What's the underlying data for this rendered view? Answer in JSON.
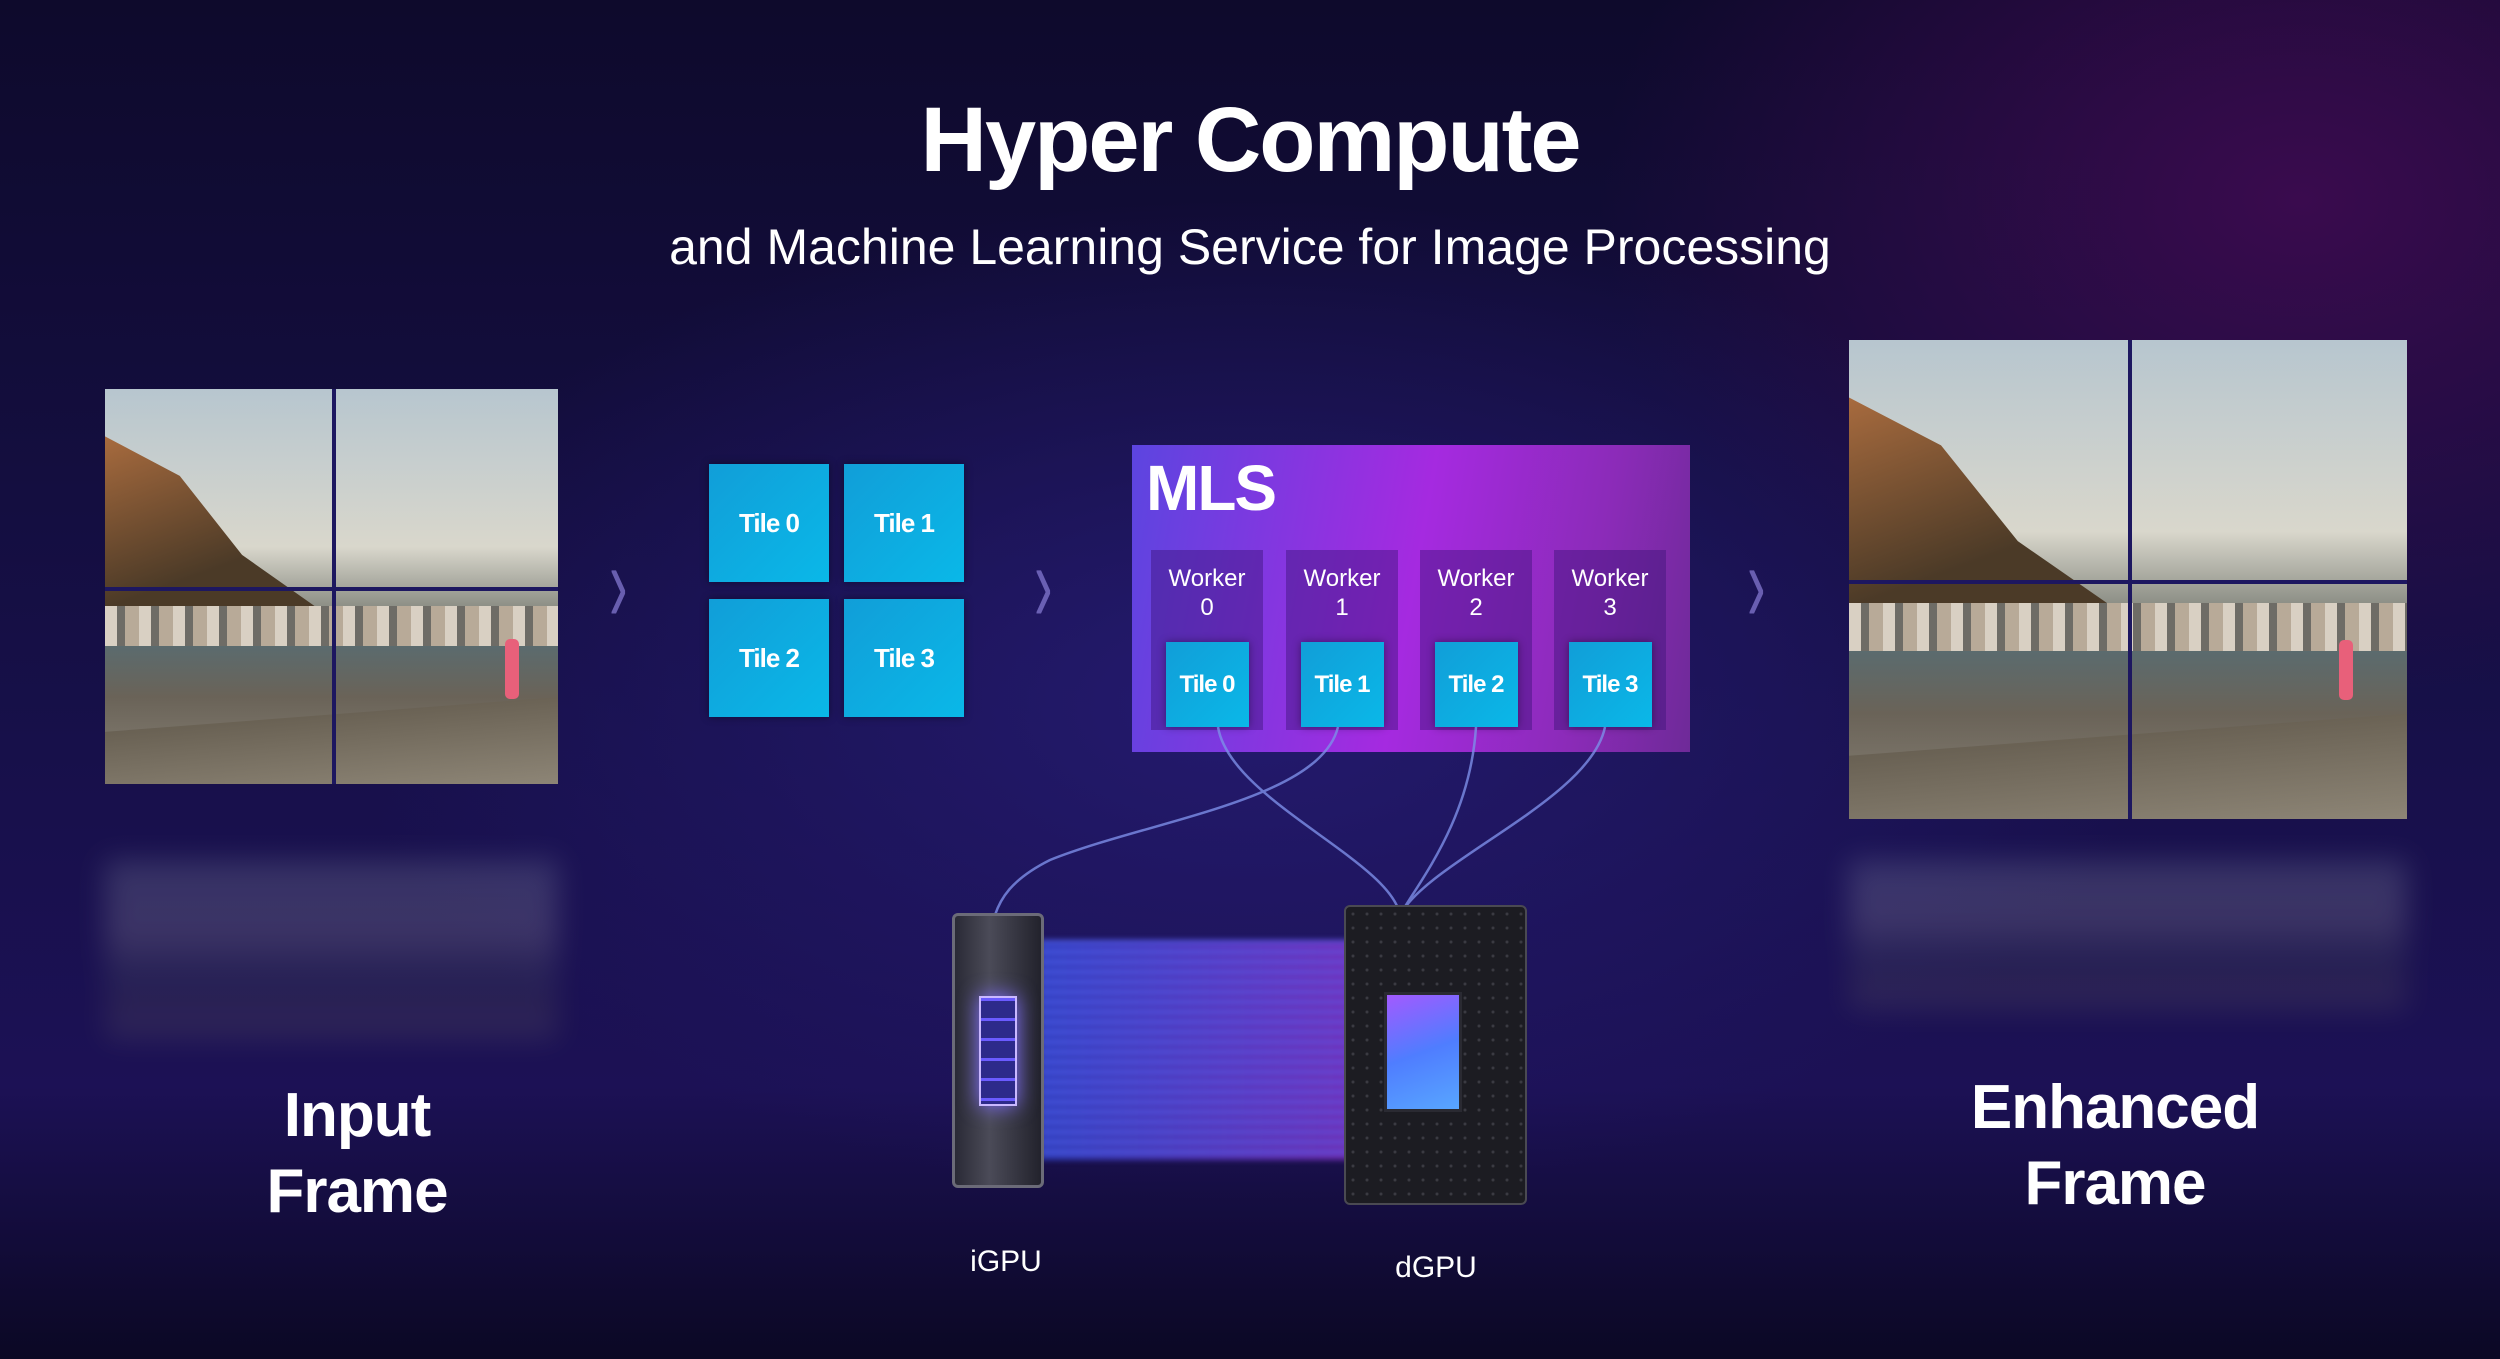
{
  "header": {
    "title": "Hyper Compute",
    "subtitle": "and Machine Learning Service for Image Processing"
  },
  "input": {
    "label_line1": "Input",
    "label_line2": "Frame"
  },
  "output": {
    "label_line1": "Enhanced",
    "label_line2": "Frame"
  },
  "tiles": [
    "Tile 0",
    "Tile 1",
    "Tile 2",
    "Tile 3"
  ],
  "mls": {
    "title": "MLS",
    "workers": [
      {
        "label": "Worker",
        "index": "0",
        "tile": "Tile 0"
      },
      {
        "label": "Worker",
        "index": "1",
        "tile": "Tile 1"
      },
      {
        "label": "Worker",
        "index": "2",
        "tile": "Tile 2"
      },
      {
        "label": "Worker",
        "index": "3",
        "tile": "Tile 3"
      }
    ]
  },
  "gpus": {
    "igpu": "iGPU",
    "dgpu": "dGPU"
  }
}
